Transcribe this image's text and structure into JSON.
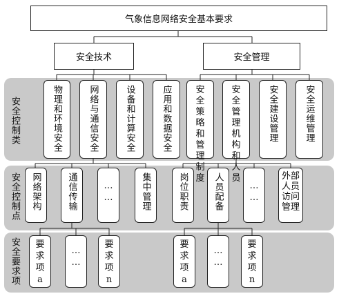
{
  "title": "气象信息网络安全基本要求",
  "level1": [
    "安全技术",
    "安全管理"
  ],
  "side_labels": {
    "category": "安全控制类",
    "point": "安全控制点",
    "requirement": "安全要求项"
  },
  "categories": {
    "c1": "物理和环境安全",
    "c2": "网络与通信安全",
    "c3": "设备和计算安全",
    "c4": "应用和数据安全",
    "c5": "安全策略和管理制度",
    "c6": "安全管理机构和人员",
    "c7": "安全建设管理",
    "c8": "安全运维管理"
  },
  "points": {
    "p1": "网络架构",
    "p2": "通信传输",
    "p3": "……",
    "p4": "集中管理",
    "p5": "岗位职责",
    "p6": "人员配备",
    "p7": "……",
    "p8": "外部人员访问管理"
  },
  "requirements": {
    "r1": [
      "要",
      "求",
      "项",
      "a"
    ],
    "r2": "……",
    "r3": [
      "要",
      "求",
      "项",
      "n"
    ],
    "r4": [
      "要",
      "求",
      "项",
      "a"
    ],
    "r5": "……",
    "r6": [
      "要",
      "求",
      "项",
      "n"
    ]
  }
}
